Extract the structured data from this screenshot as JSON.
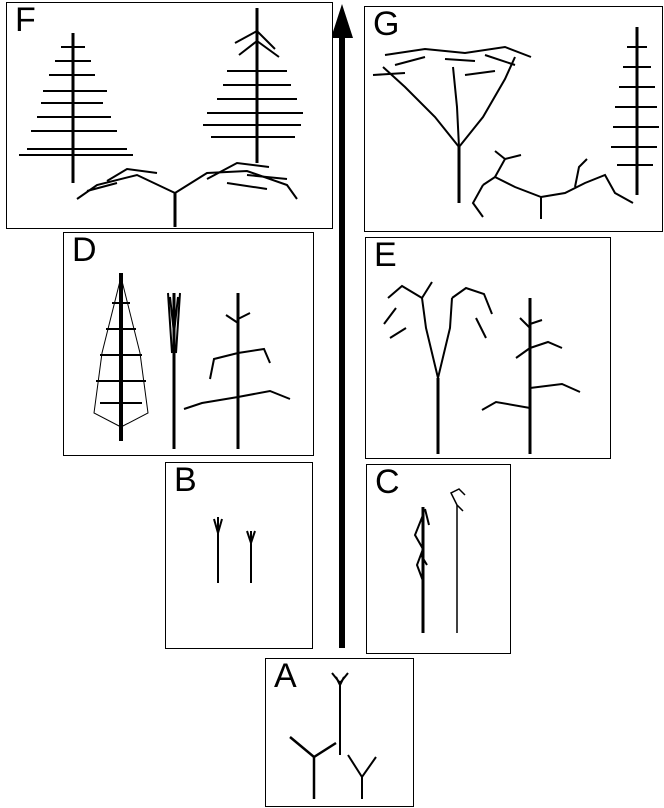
{
  "panels": {
    "a": {
      "label": "A"
    },
    "b": {
      "label": "B"
    },
    "c": {
      "label": "C"
    },
    "d": {
      "label": "D"
    },
    "e": {
      "label": "E"
    },
    "f": {
      "label": "F"
    },
    "g": {
      "label": "G"
    }
  },
  "colors": {
    "ink": "#000000",
    "background": "#ffffff"
  }
}
